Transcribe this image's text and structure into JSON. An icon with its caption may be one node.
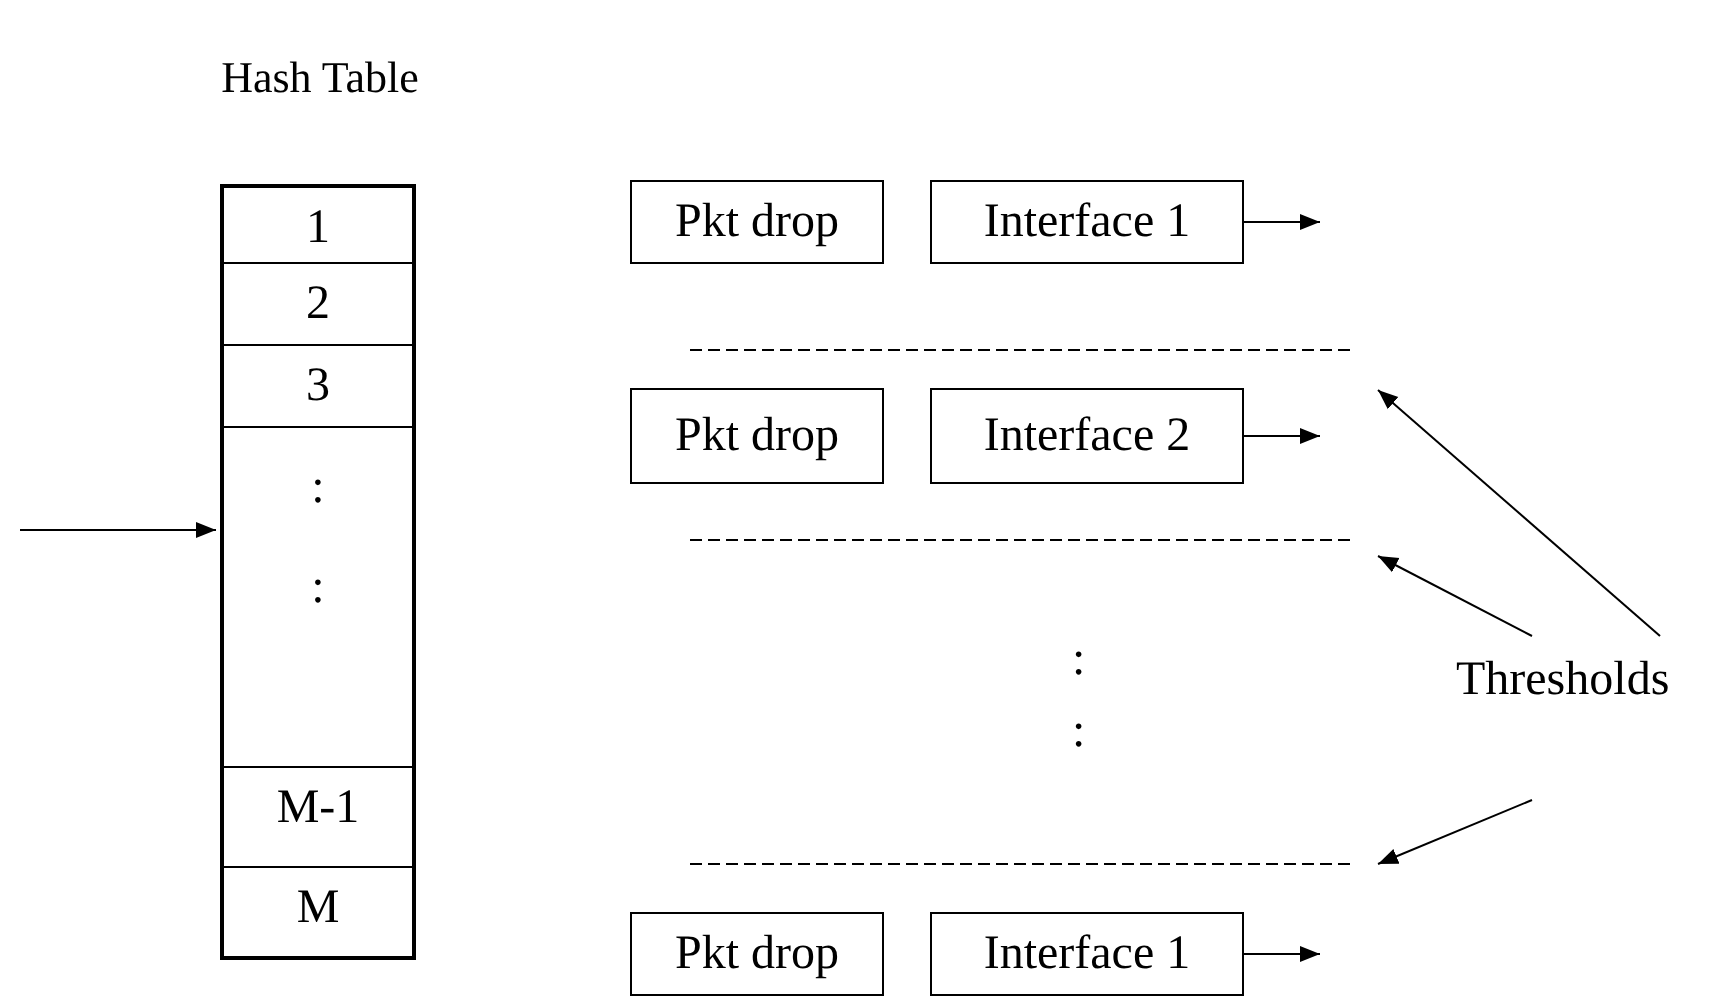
{
  "diagram": {
    "nodes": [
      {
        "text": [
          "Hash Table"
        ]
      },
      {
        "text": [
          "1"
        ],
        "in": 0
      },
      {
        "text": [
          "2"
        ],
        "in": 0
      },
      {
        "text": [
          "3"
        ],
        "in": 0
      },
      {
        "text": [
          ":",
          ":"
        ],
        "in": 0
      },
      {
        "text": [
          "M-1"
        ],
        "in": 0
      },
      {
        "text": [
          "M"
        ],
        "in": 0
      },
      {
        "text": [
          "Pkt drop"
        ]
      },
      {
        "text": [
          "Interface 1"
        ]
      },
      {
        "text": [
          "Pkt drop"
        ]
      },
      {
        "text": [
          "Interface 2"
        ]
      },
      {
        "text": [
          "Pkt drop"
        ]
      },
      {
        "text": [
          "Interface 1"
        ]
      },
      {
        "text": [
          "Thresholds"
        ]
      },
      {
        "text": [],
        "shape": "line"
      },
      {
        "text": [],
        "shape": "line"
      },
      {
        "text": [],
        "shape": "line"
      }
    ],
    "edges": [
      {
        "from": null,
        "to": 4,
        "arrow": "to"
      },
      {
        "from": 8,
        "to": null,
        "arrow": "to"
      },
      {
        "from": 10,
        "to": null,
        "arrow": "to"
      },
      {
        "from": 12,
        "to": null,
        "arrow": "to"
      },
      {
        "from": 13,
        "to": 14,
        "arrow": "to"
      },
      {
        "from": 13,
        "to": 15,
        "arrow": "to"
      },
      {
        "from": 13,
        "to": 16,
        "arrow": "to"
      }
    ],
    "labels": [
      ":",
      ":"
    ]
  }
}
